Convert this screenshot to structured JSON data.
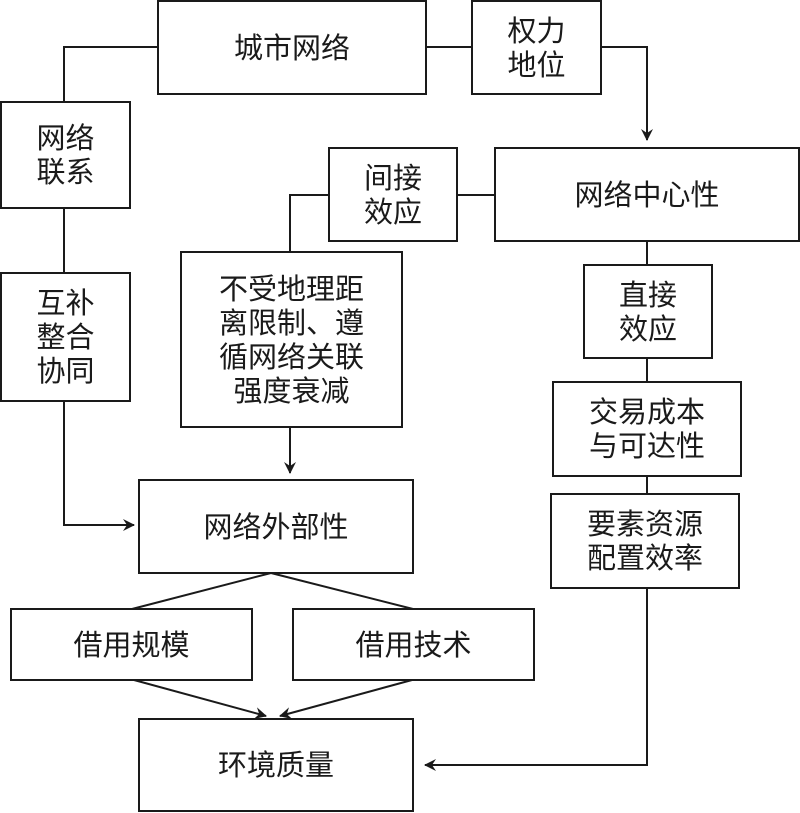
{
  "diagram": {
    "nodes": [
      {
        "id": "city-network",
        "label": "城市网络"
      },
      {
        "id": "power-position",
        "label": "权力\n地位"
      },
      {
        "id": "network-linkage",
        "label": "网络\n联系"
      },
      {
        "id": "indirect-effect",
        "label": "间接\n效应"
      },
      {
        "id": "network-centrality",
        "label": "网络中心性"
      },
      {
        "id": "complementary-synergy",
        "label": "互补\n整合\n协同"
      },
      {
        "id": "distance-unconstrained",
        "label": "不受地理距\n离限制、遵\n循网络关联\n强度衰减"
      },
      {
        "id": "direct-effect",
        "label": "直接\n效应"
      },
      {
        "id": "transaction-cost",
        "label": "交易成本\n与可达性"
      },
      {
        "id": "resource-allocation",
        "label": "要素资源\n配置效率"
      },
      {
        "id": "network-externality",
        "label": "网络外部性"
      },
      {
        "id": "borrowed-scale",
        "label": "借用规模"
      },
      {
        "id": "borrowed-technology",
        "label": "借用技术"
      },
      {
        "id": "environmental-quality",
        "label": "环境质量"
      }
    ],
    "edges": [
      {
        "from": "city-network",
        "to": "power-position",
        "arrow": false
      },
      {
        "from": "power-position",
        "to": "network-centrality",
        "arrow": true
      },
      {
        "from": "city-network",
        "to": "network-linkage",
        "arrow": false
      },
      {
        "from": "network-linkage",
        "to": "complementary-synergy",
        "arrow": false
      },
      {
        "from": "complementary-synergy",
        "to": "network-externality",
        "arrow": true
      },
      {
        "from": "network-centrality",
        "to": "indirect-effect",
        "arrow": false
      },
      {
        "from": "indirect-effect",
        "to": "distance-unconstrained",
        "arrow": false
      },
      {
        "from": "distance-unconstrained",
        "to": "network-externality",
        "arrow": true
      },
      {
        "from": "network-centrality",
        "to": "direct-effect",
        "arrow": false
      },
      {
        "from": "direct-effect",
        "to": "transaction-cost",
        "arrow": false
      },
      {
        "from": "transaction-cost",
        "to": "resource-allocation",
        "arrow": false
      },
      {
        "from": "resource-allocation",
        "to": "environmental-quality",
        "arrow": true
      },
      {
        "from": "network-externality",
        "to": "borrowed-scale",
        "arrow": false
      },
      {
        "from": "network-externality",
        "to": "borrowed-technology",
        "arrow": false
      },
      {
        "from": "borrowed-scale",
        "to": "environmental-quality",
        "arrow": true
      },
      {
        "from": "borrowed-technology",
        "to": "environmental-quality",
        "arrow": true
      }
    ],
    "colors": {
      "stroke": "#1a1a1a",
      "fill": "#ffffff"
    }
  }
}
